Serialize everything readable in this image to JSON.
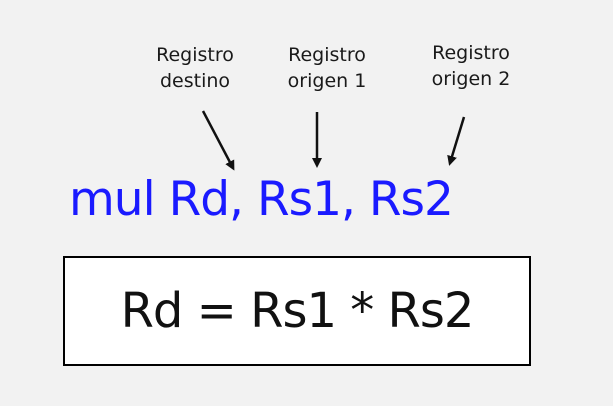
{
  "labels": {
    "destino": [
      "Registro",
      "destino"
    ],
    "origen1": [
      "Registro",
      "origen 1"
    ],
    "origen2": [
      "Registro",
      "origen 2"
    ]
  },
  "instruction": "mul Rd, Rs1, Rs2",
  "formula": "Rd = Rs1 * Rs2",
  "colors": {
    "instruction": "#1a1aff",
    "background": "#f2f2f2",
    "box_border": "#000000"
  }
}
